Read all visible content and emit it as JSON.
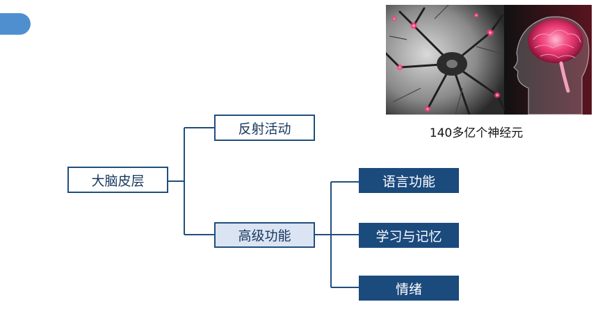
{
  "photo": {
    "caption": "140多亿个神经元"
  },
  "diagram": {
    "root": "大脑皮层",
    "reflex": "反射活动",
    "higher": "高级功能",
    "functions": [
      "语言功能",
      "学习与记忆",
      "情绪"
    ]
  },
  "colors": {
    "accent_tab": "#4f8fd0",
    "line": "#1f4e7d",
    "dark_box": "#1b4a7d",
    "light_box": "#dbe4f3"
  }
}
